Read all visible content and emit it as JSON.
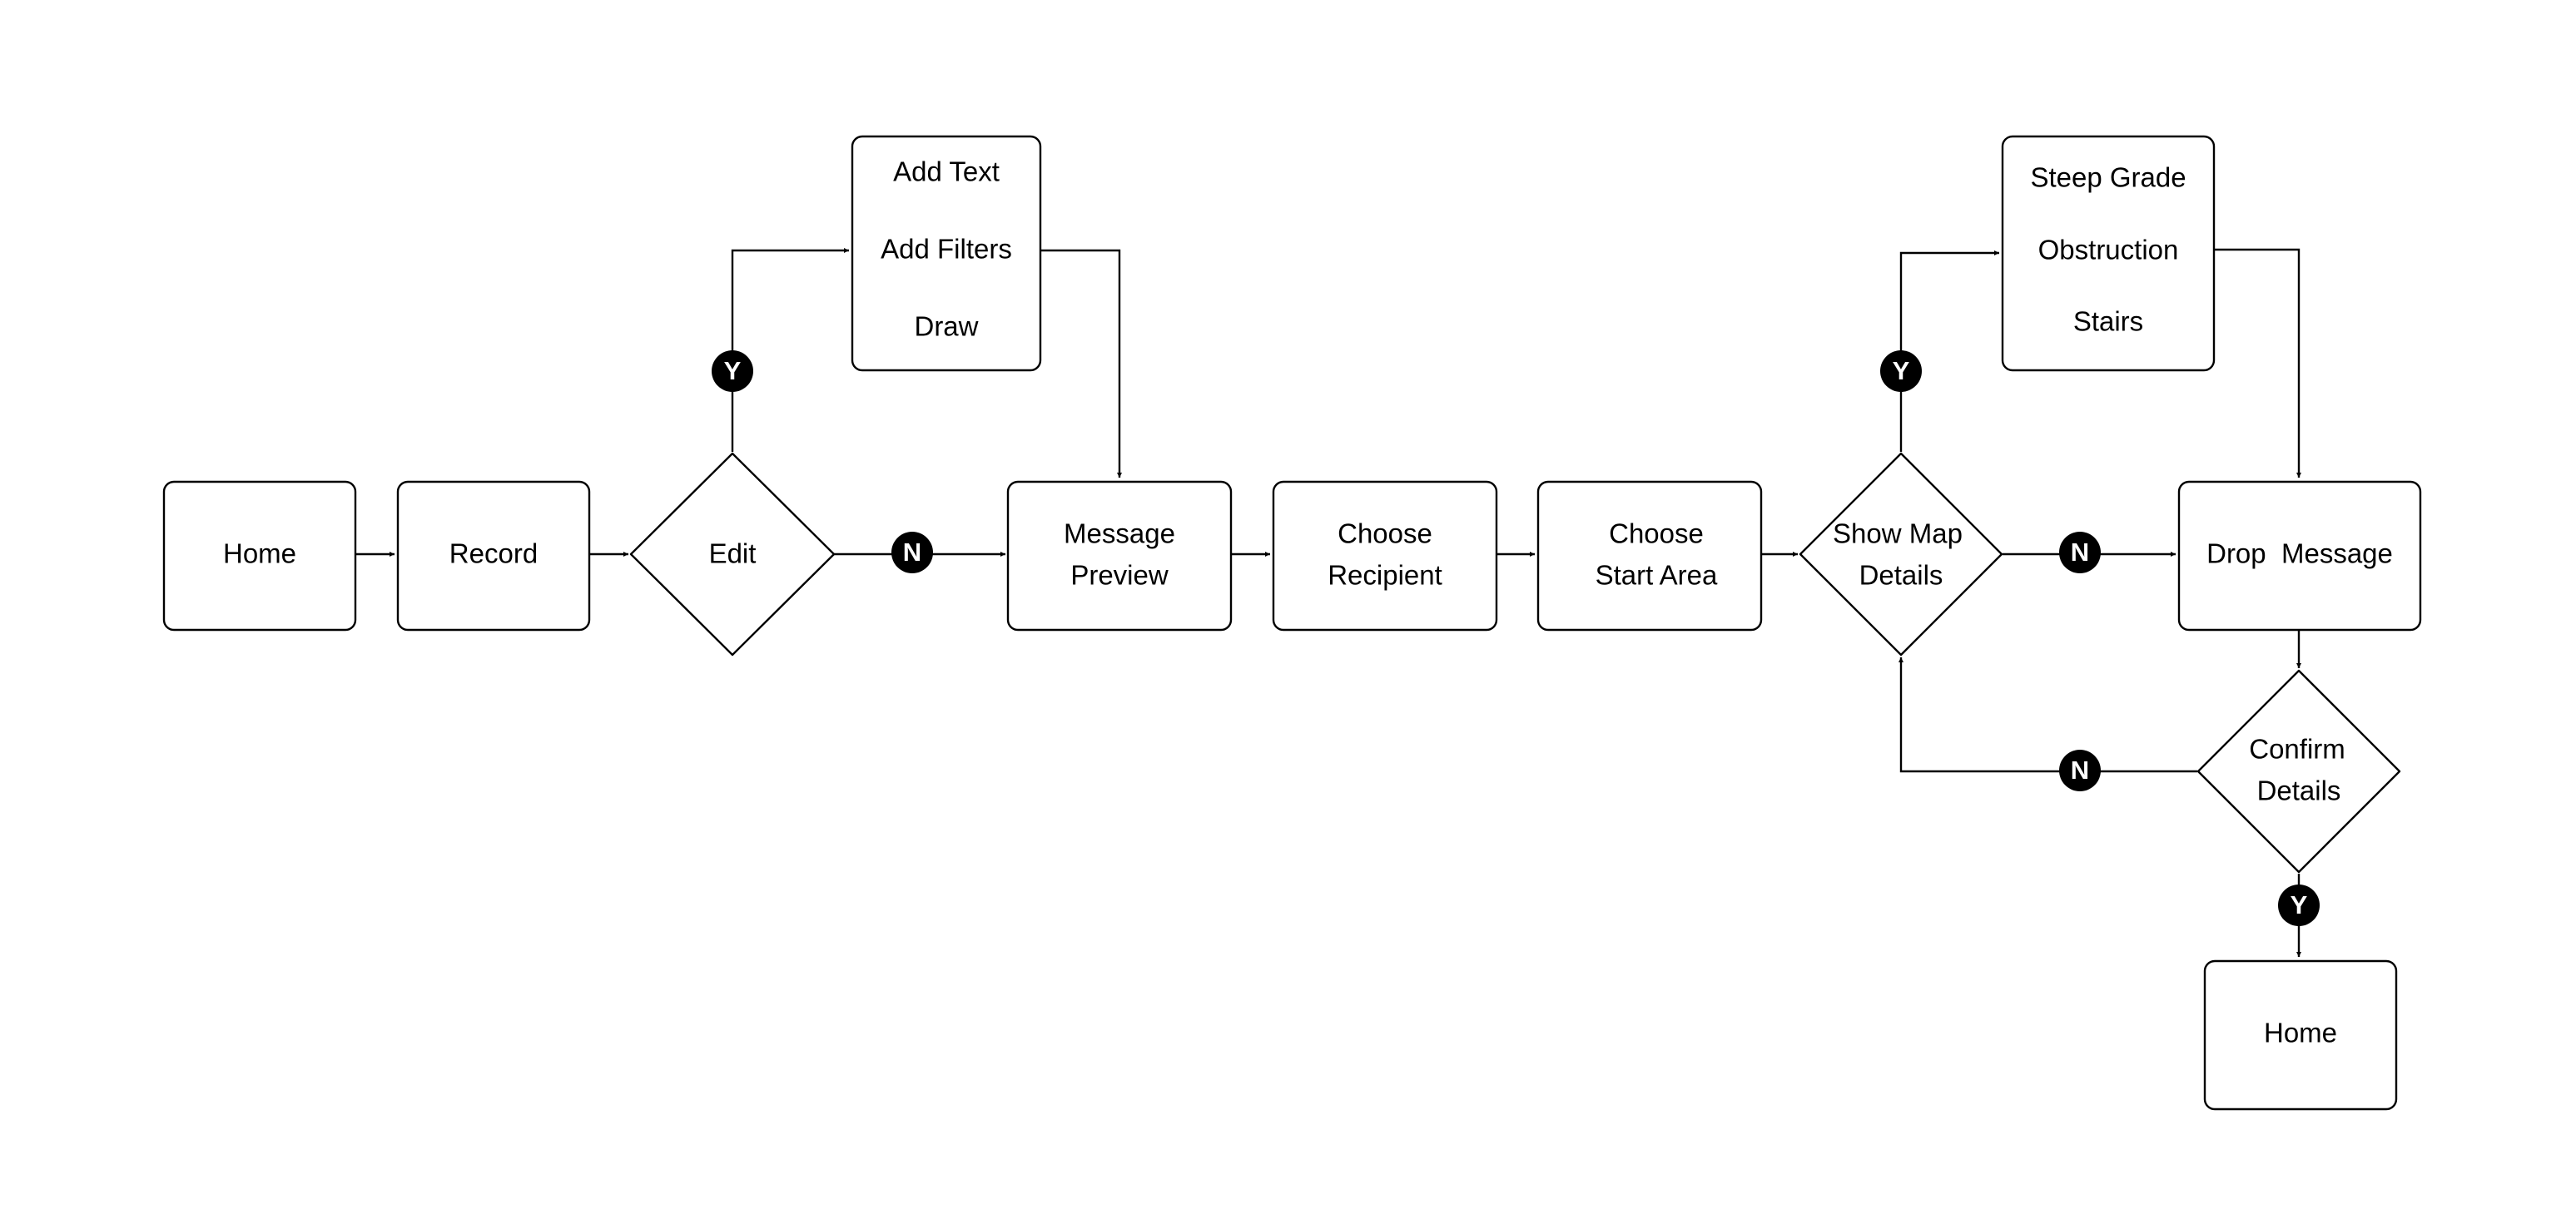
{
  "nodes": {
    "home_start": {
      "label": "Home"
    },
    "record": {
      "label": "Record"
    },
    "edit": {
      "label": "Edit"
    },
    "edit_options": {
      "items": [
        "Add Text",
        "Add Filters",
        "Draw"
      ]
    },
    "message_preview": {
      "lines": [
        "Message",
        "Preview"
      ]
    },
    "choose_recipient": {
      "lines": [
        "Choose",
        "Recipient"
      ]
    },
    "choose_start_area": {
      "lines": [
        "Choose",
        "Start Area"
      ]
    },
    "show_map_details": {
      "lines": [
        "Show Map",
        "Details"
      ]
    },
    "map_options": {
      "items": [
        "Steep Grade",
        "Obstruction",
        "Stairs"
      ]
    },
    "drop_message": {
      "label": "Drop  Message"
    },
    "confirm_details": {
      "lines": [
        "Confirm",
        "Details"
      ]
    },
    "home_end": {
      "label": "Home"
    }
  },
  "badges": {
    "yes": "Y",
    "no": "N"
  },
  "colors": {
    "line": "#000000",
    "badge_fill": "#000000",
    "badge_text": "#ffffff",
    "background": "#ffffff"
  }
}
